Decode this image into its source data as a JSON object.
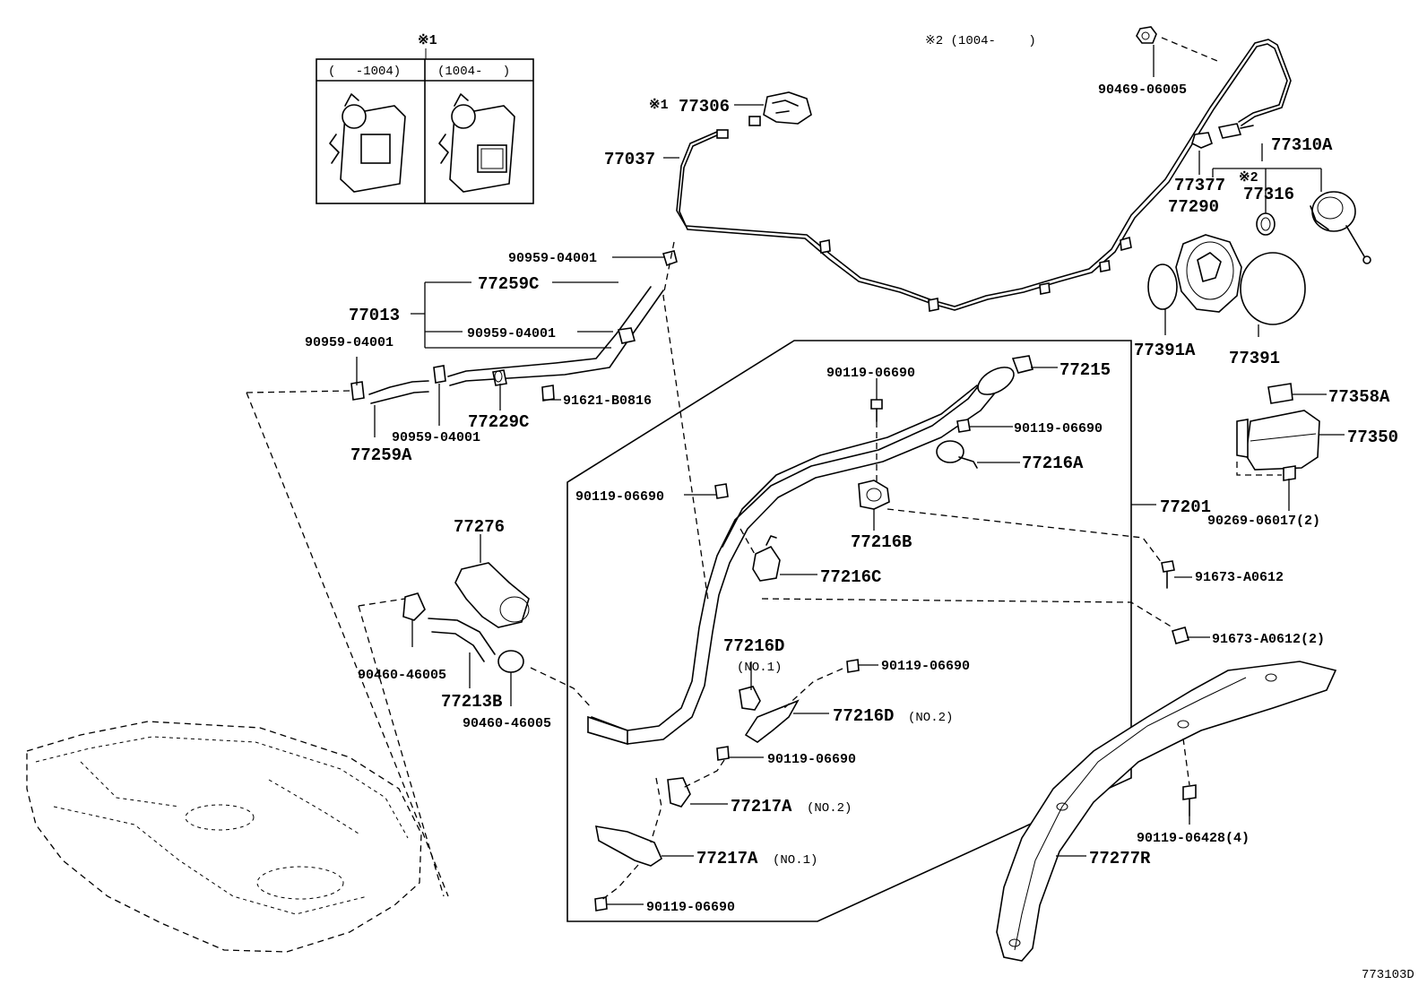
{
  "inset": {
    "note": "※1",
    "col_left": "(　 -1004)",
    "col_right": "(1004-　 )"
  },
  "header_note": "※2 (1004-　　 )",
  "diagram_code": "773103D",
  "labels": {
    "p77306_mark": "※1",
    "p77306": "77306",
    "p77037": "77037",
    "p90469_06005": "90469-06005",
    "p77310A": "77310A",
    "p77377": "77377",
    "p77316_mark": "※2",
    "p77316": "77316",
    "p77290": "77290",
    "p77391A": "77391A",
    "p77391": "77391",
    "p90959_04001_top": "90959-04001",
    "p77259C": "77259C",
    "p77013": "77013",
    "p90959_04001_mid": "90959-04001",
    "p90959_04001_left": "90959-04001",
    "p91621_B0816": "91621-B0816",
    "p77229C": "77229C",
    "p90959_04001_bot": "90959-04001",
    "p77259A": "77259A",
    "p90119_06690_a": "90119-06690",
    "p77215": "77215",
    "p90119_06690_b": "90119-06690",
    "p77216A": "77216A",
    "p77358A": "77358A",
    "p77350": "77350",
    "p90269_06017": "90269-06017(2)",
    "p90119_06690_c": "90119-06690",
    "p77201": "77201",
    "p77216B": "77216B",
    "p91673_A0612": "91673-A0612",
    "p77276": "77276",
    "p77216C": "77216C",
    "p91673_A0612_2": "91673-A0612(2)",
    "p77216D": "77216D",
    "p77216D_no1": "(NO.1)",
    "p90119_06690_d": "90119-06690",
    "p90460_46005_a": "90460-46005",
    "p77213B": "77213B",
    "p77216D_no2": "77216D",
    "p77216D_no2_note": "(NO.2)",
    "p90460_46005_b": "90460-46005",
    "p90119_06690_e": "90119-06690",
    "p77217A_no2": "77217A",
    "p77217A_no2_note": "(NO.2)",
    "p90119_06428": "90119-06428(4)",
    "p77277R": "77277R",
    "p77217A_no1": "77217A",
    "p77217A_no1_note": "(NO.1)",
    "p90119_06690_f": "90119-06690"
  }
}
